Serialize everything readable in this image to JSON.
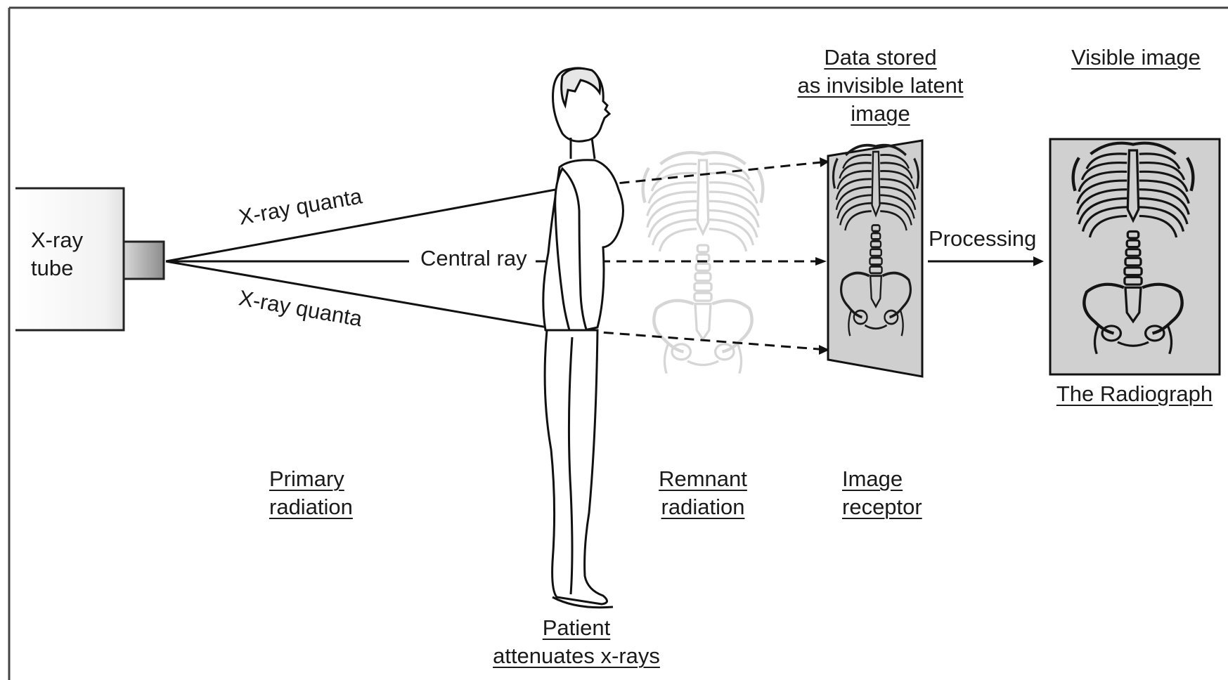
{
  "xray_tube": {
    "line1": "X-ray",
    "line2": "tube"
  },
  "rays": {
    "upper": "X-ray quanta",
    "central": "Central ray",
    "lower": "X-ray quanta"
  },
  "processing": "Processing",
  "top_labels": {
    "data_stored": [
      "Data stored",
      "as invisible latent",
      "image"
    ],
    "visible_image": "Visible image"
  },
  "radiograph_caption": "The Radiograph",
  "bottom_labels": {
    "primary": [
      "Primary",
      "radiation"
    ],
    "remnant": [
      "Remnant",
      "radiation"
    ],
    "receptor": [
      "Image",
      "receptor"
    ],
    "patient": [
      "Patient",
      "attenuates x-rays"
    ]
  }
}
